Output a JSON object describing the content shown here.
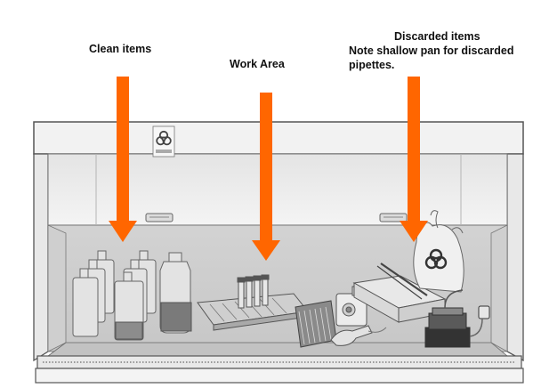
{
  "labels": {
    "clean": "Clean items",
    "work": "Work Area",
    "discarded_title": "Discarded items",
    "discarded_note_line1": "Note shallow pan for discarded",
    "discarded_note_line2": "pipettes."
  },
  "colors": {
    "arrow": "#ff6600",
    "cabinet_stroke": "#555555",
    "cabinet_fill": "#eeeeee",
    "interior": "#d6d6d6"
  },
  "icons": [
    "biohazard-icon"
  ]
}
